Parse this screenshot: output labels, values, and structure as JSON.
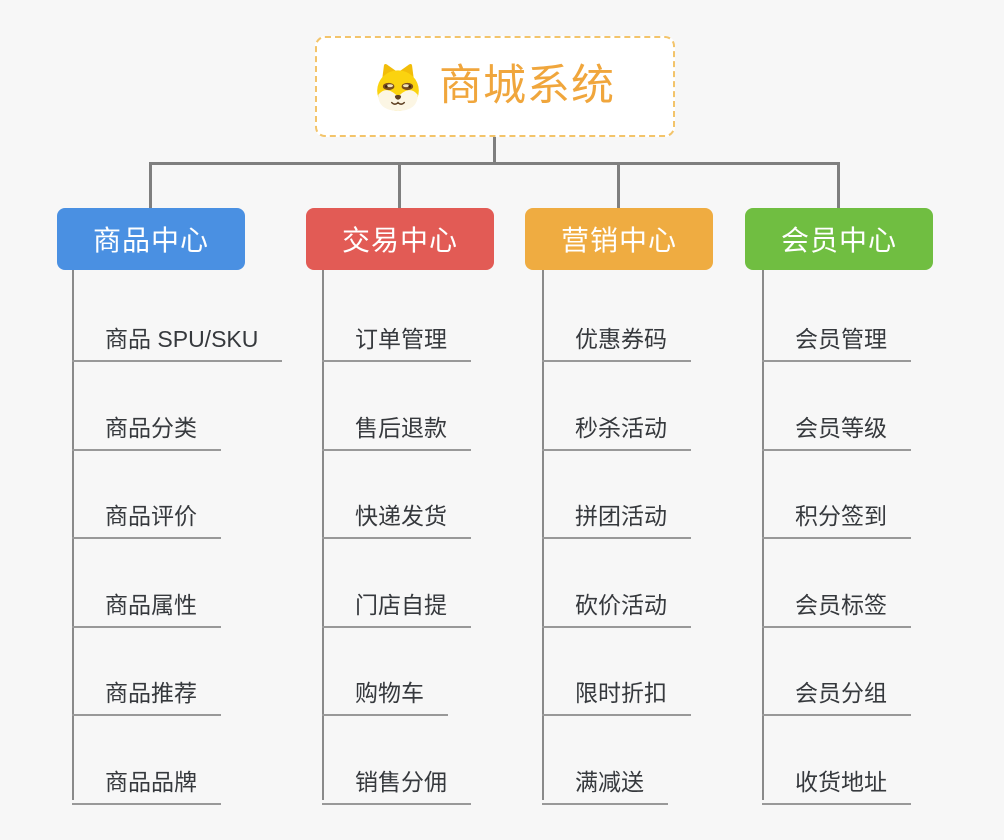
{
  "root": {
    "title": "商城系统",
    "title_color": "#f0a63c",
    "icon": "shiba-dog-icon",
    "border_color": "#f3c46a"
  },
  "branches": [
    {
      "label": "商品中心",
      "color": "#4a90e2",
      "items": [
        "商品 SPU/SKU",
        "商品分类",
        "商品评价",
        "商品属性",
        "商品推荐",
        "商品品牌"
      ]
    },
    {
      "label": "交易中心",
      "color": "#e25b55",
      "items": [
        "订单管理",
        "售后退款",
        "快递发货",
        "门店自提",
        "购物车",
        "销售分佣"
      ]
    },
    {
      "label": "营销中心",
      "color": "#efac41",
      "items": [
        "优惠券码",
        "秒杀活动",
        "拼团活动",
        "砍价活动",
        "限时折扣",
        "满减送"
      ]
    },
    {
      "label": "会员中心",
      "color": "#70be41",
      "items": [
        "会员管理",
        "会员等级",
        "积分签到",
        "会员标签",
        "会员分组",
        "收货地址"
      ]
    }
  ],
  "colors": {
    "background": "#f7f7f7",
    "connector": "#7f7f7f",
    "underline": "#999999",
    "leaf_text": "#36393d"
  }
}
